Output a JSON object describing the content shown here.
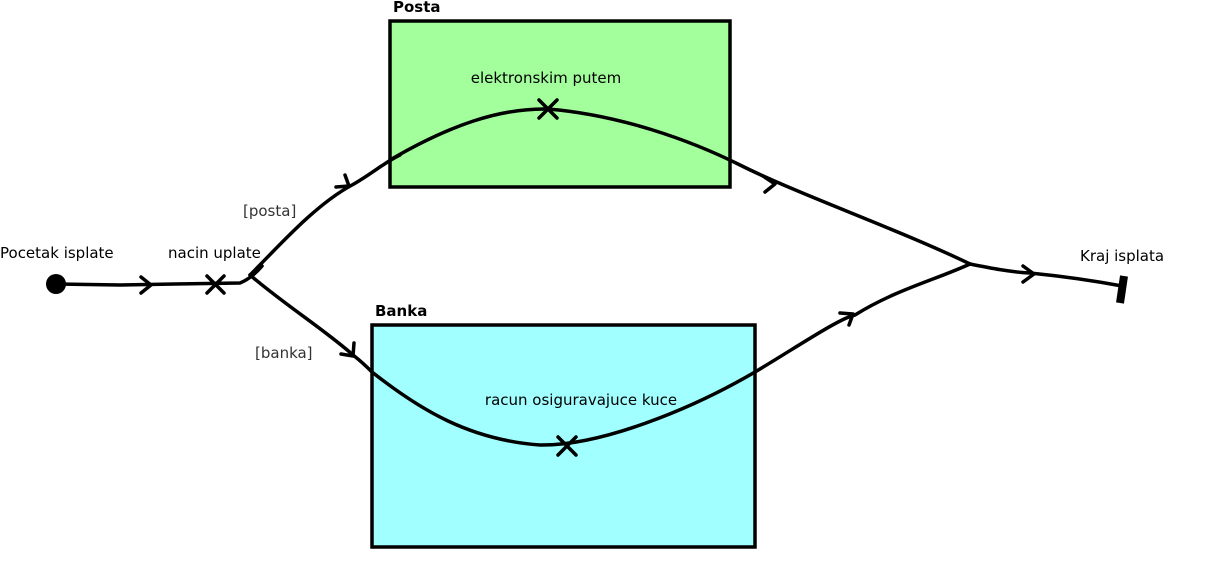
{
  "regions": {
    "posta": {
      "title": "Posta",
      "fill": "#a2ff9c",
      "step_label": "elektronskim putem"
    },
    "banka": {
      "title": "Banka",
      "fill": "#a2ffff",
      "step_label": "racun osiguravajuce kuce"
    }
  },
  "start": {
    "label": "Pocetak isplate"
  },
  "decision": {
    "label": "nacin uplate"
  },
  "guards": {
    "posta": "[posta]",
    "banka": "[banka]"
  },
  "end": {
    "label": "Kraj isplata"
  },
  "colors": {
    "stroke": "#000000",
    "guard_text": "#333333"
  }
}
